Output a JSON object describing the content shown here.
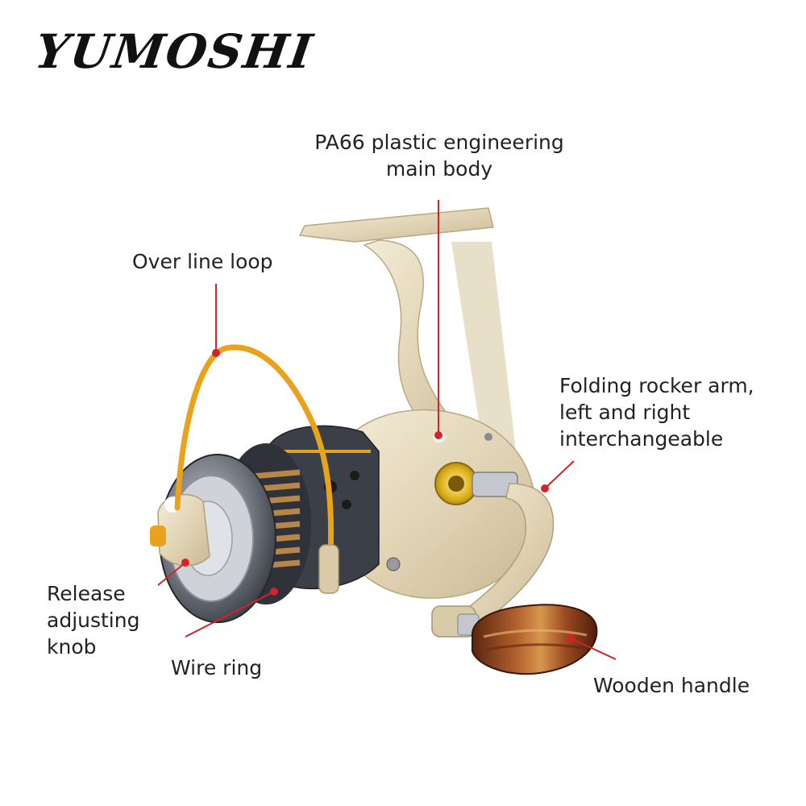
{
  "brand": {
    "name": "YUMOSHI"
  },
  "callouts": {
    "main_body": {
      "line1": "PA66 plastic engineering",
      "line2": "main body"
    },
    "over_line_loop": {
      "label": "Over line loop"
    },
    "rocker_arm": {
      "line1": "Folding rocker arm,",
      "line2": "left and right",
      "line3": "interchangeable"
    },
    "release_knob": {
      "line1": "Release",
      "line2": "adjusting",
      "line3": "knob"
    },
    "wire_ring": {
      "label": "Wire ring"
    },
    "wooden_handle": {
      "label": "Wooden handle"
    }
  },
  "colors": {
    "leader_line": "#d2232a",
    "reel_body": "#e6dcc2",
    "bail": "#e8a21c",
    "spool_dark": "#3c3f46",
    "line_bronze": "#b8864a",
    "wood": "#8a3f1c"
  }
}
